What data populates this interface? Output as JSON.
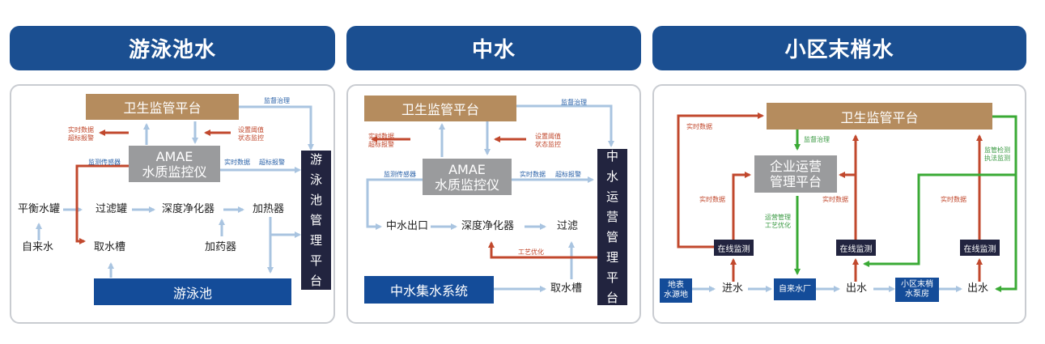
{
  "headers": [
    "游泳池水",
    "中水",
    "小区末梢水"
  ],
  "pool": {
    "health_platform": "卫生监管平台",
    "amae_line1": "AMAE",
    "amae_line2": "水质监控仪",
    "side_platform": "游泳池管理平台",
    "pool": "游泳池",
    "balance_tank": "平衡水罐",
    "filter_tank": "过滤罐",
    "deep_purifier": "深度净化器",
    "heater": "加热器",
    "tap_water": "自来水",
    "sampling_tank": "取水槽",
    "dosing": "加药器",
    "supervision": "监督治理",
    "realtime_alarm": "实时数据\n超标报警",
    "settings_monitor": "设置阈值\n状态监控",
    "sensor": "监测传感器",
    "realtime": "实时数据",
    "over_alarm": "超标报警"
  },
  "reclaimed": {
    "health_platform": "卫生监管平台",
    "amae_line1": "AMAE",
    "amae_line2": "水质监控仪",
    "side_platform": "中水运营管理平台",
    "collection": "中水集水系统",
    "outlet": "中水出口",
    "deep_purifier": "深度净化器",
    "filter": "过滤",
    "sampling_tank": "取水槽",
    "supervision": "监督治理",
    "realtime_alarm": "实时数据\n超标报警",
    "settings_monitor": "设置阈值\n状态监控",
    "sensor": "监测传感器",
    "realtime": "实时数据",
    "over_alarm": "超标报警",
    "process_opt": "工艺优化"
  },
  "terminal": {
    "health_platform": "卫生监管平台",
    "enterprise_line1": "企业运营",
    "enterprise_line2": "管理平台",
    "online1": "在线监测",
    "online2": "在线监测",
    "online3": "在线监测",
    "surface_source": "地表\n水源地",
    "inlet": "进水",
    "waterworks": "自来水厂",
    "outlet1": "出水",
    "pump_room": "小区末梢\n水泵房",
    "outlet2": "出水",
    "realtime_top": "实时数据",
    "supervision": "监督治理",
    "realtime_a": "实时数据",
    "realtime_b": "实时数据",
    "realtime_c": "实时数据",
    "ops_mgmt": "运营管理\n工艺优化",
    "inspect_enforce": "监管检测\n执法监测"
  },
  "colors": {
    "header_blue": "#1b4f91",
    "tan": "#b58c5e",
    "gray": "#9a9b9d",
    "navy": "#22243f",
    "blue": "#144c99",
    "arrow_light": "#a9c4e0",
    "arrow_red": "#c1482d",
    "arrow_green": "#3aaa35",
    "label_blue": "#2a62a8"
  }
}
